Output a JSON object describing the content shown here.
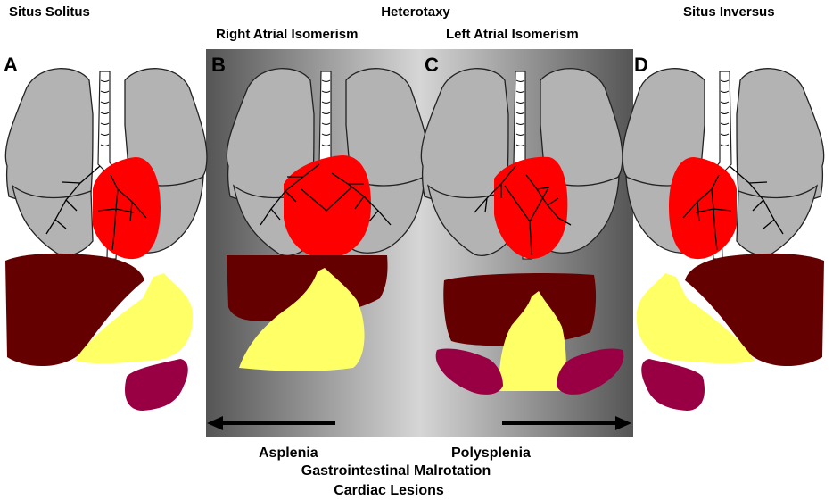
{
  "labels": {
    "situs_solitus": "Situs Solitus",
    "heterotaxy": "Heterotaxy",
    "situs_inversus": "Situs Inversus",
    "right_atrial_isomerism": "Right Atrial Isomerism",
    "left_atrial_isomerism": "Left Atrial Isomerism",
    "panel_a": "A",
    "panel_b": "B",
    "panel_c": "C",
    "panel_d": "D",
    "asplenia": "Asplenia",
    "polysplenia": "Polysplenia",
    "gi_malrotation": "Gastrointestinal Malrotation",
    "cardiac_lesions": "Cardiac Lesions"
  },
  "colors": {
    "lung": "#b3b3b3",
    "heart": "#ff0000",
    "liver": "#650000",
    "stomach": "#ffff66",
    "spleen": "#990044",
    "panel_dark": "#555555",
    "panel_light": "#d6d6d6"
  }
}
